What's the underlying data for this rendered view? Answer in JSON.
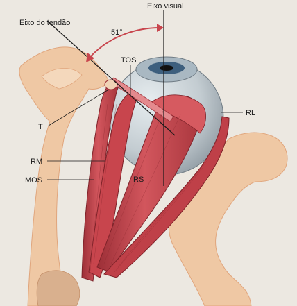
{
  "labels": {
    "tendon_axis": "Eixo do tendão",
    "visual_axis": "Eixo visual",
    "angle": "51°",
    "tos": "TOS",
    "t": "T",
    "rl": "RL",
    "rm": "RM",
    "mos": "MOS",
    "rs": "RS"
  },
  "colors": {
    "paper": "#ece8e1",
    "bone": "#efc8a4",
    "bone_edge": "#e0a57c",
    "muscle": "#c8454d",
    "muscle_dark": "#9c2f37",
    "muscle_light": "#e48a8e",
    "globe": "#c3ccd1",
    "globe_shade": "#8f9aa2",
    "iris": "#3d5f7e",
    "line": "#1a1a1a"
  }
}
